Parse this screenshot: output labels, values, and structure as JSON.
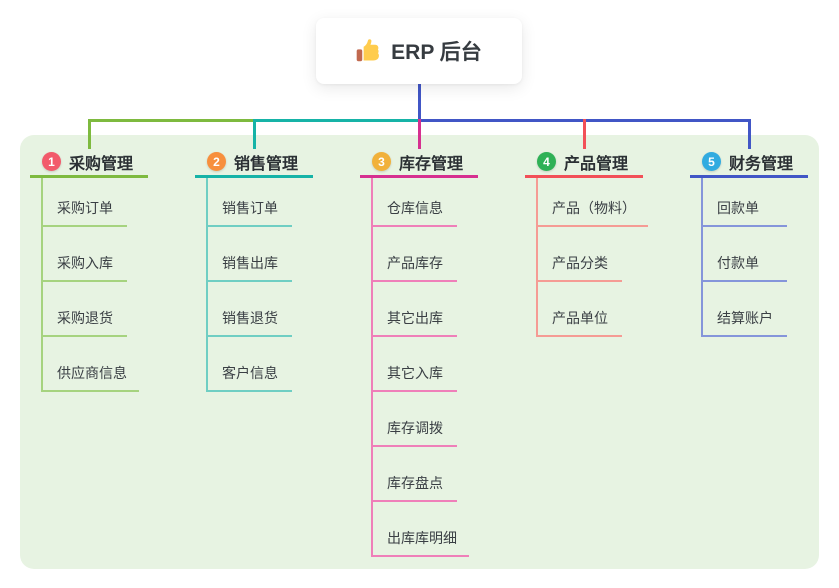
{
  "root": {
    "title": "ERP 后台",
    "icon": "thumbs-up-icon"
  },
  "connector": {
    "root_color": "#4156c6"
  },
  "colors": {
    "panel_bg": "#e7f3e2",
    "card_bg": "#ffffff",
    "title_text": "#2b3034",
    "child_text": "#3a3f44"
  },
  "branches": [
    {
      "badge": "1",
      "title": "采购管理",
      "badge_color": "#f25a6b",
      "line_color": "#7eba3f",
      "child_line_color": "#a6d37f",
      "children": [
        "采购订单",
        "采购入库",
        "采购退货",
        "供应商信息"
      ]
    },
    {
      "badge": "2",
      "title": "销售管理",
      "badge_color": "#f78f3d",
      "line_color": "#16b3a7",
      "child_line_color": "#6fcec3",
      "children": [
        "销售订单",
        "销售出库",
        "销售退货",
        "客户信息"
      ]
    },
    {
      "badge": "3",
      "title": "库存管理",
      "badge_color": "#f1b13a",
      "line_color": "#d63090",
      "child_line_color": "#ef7fb9",
      "children": [
        "仓库信息",
        "产品库存",
        "其它出库",
        "其它入库",
        "库存调拨",
        "库存盘点",
        "出库库明细"
      ]
    },
    {
      "badge": "4",
      "title": "产品管理",
      "badge_color": "#2fb156",
      "line_color": "#f25058",
      "child_line_color": "#f59b94",
      "children": [
        "产品（物料）",
        "产品分类",
        "产品单位"
      ]
    },
    {
      "badge": "5",
      "title": "财务管理",
      "badge_color": "#31abe0",
      "line_color": "#4156c6",
      "child_line_color": "#8595da",
      "children": [
        "回款单",
        "付款单",
        "结算账户"
      ]
    }
  ]
}
